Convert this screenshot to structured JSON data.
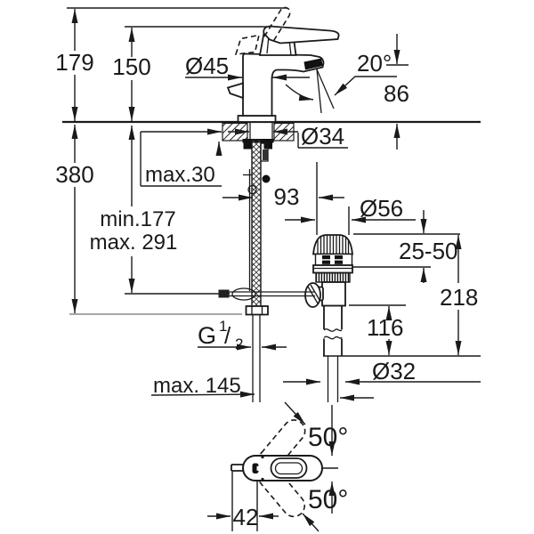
{
  "drawing": {
    "kind": "faucet-installation-dimension-drawing",
    "colors": {
      "line": "#1a1a1a",
      "background": "#ffffff",
      "secondary_line": "#8a8a8a"
    },
    "labels": {
      "d179": "179",
      "d150": "150",
      "d380": "380",
      "dia45": "Ø45",
      "deg20": "20°",
      "d86": "86",
      "dia34": "Ø34",
      "max30": "max.30",
      "d93": "93",
      "min177": "min.177",
      "max291": "max. 291",
      "dia56": "Ø56",
      "r2550": "25-50",
      "d218": "218",
      "d116": "116",
      "g": "G",
      "g_sup": "1",
      "g_slash": "/",
      "g_sub": "2",
      "dia32": "Ø32",
      "max145": "max. 145",
      "d42": "42",
      "deg50_top": "50°",
      "deg50_bottom": "50°"
    }
  }
}
